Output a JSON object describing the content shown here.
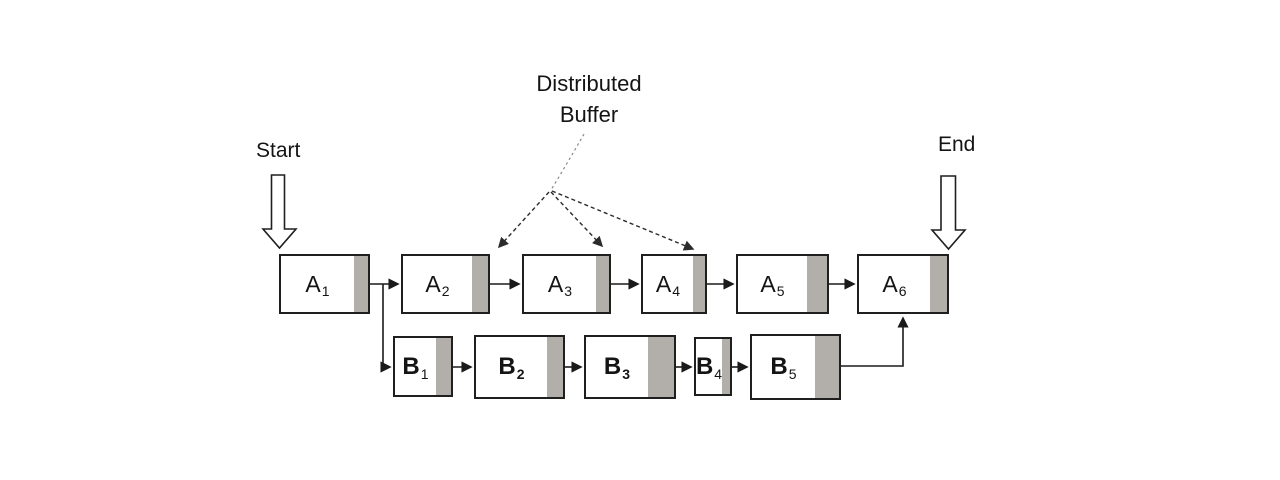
{
  "annotation": {
    "line1": "Distributed",
    "line2": "Buffer"
  },
  "flow": {
    "start_label": "Start",
    "end_label": "End"
  },
  "colors": {
    "background": "#ffffff",
    "box_fill": "#ffffff",
    "box_border": "#1f1f1f",
    "buffer_strip_fill": "#b2aeaa",
    "connector_line": "#1a1a1a",
    "dashed_annotation_line": "#2b2b2b",
    "leader_line": "#8a8a8a"
  },
  "diagram": {
    "type": "process-flow-with-distributed-buffer",
    "description": "Main process line A1–A6 with parallel branch line B1–B5; each box has a gray buffer strip on its right side; dashed arrows point from the 'Distributed Buffer' annotation to the buffer strips of A2, A3 and A4.",
    "a_row": [
      {
        "id": "A1",
        "label": "A",
        "sub": "1"
      },
      {
        "id": "A2",
        "label": "A",
        "sub": "2"
      },
      {
        "id": "A3",
        "label": "A",
        "sub": "3"
      },
      {
        "id": "A4",
        "label": "A",
        "sub": "4"
      },
      {
        "id": "A5",
        "label": "A",
        "sub": "5"
      },
      {
        "id": "A6",
        "label": "A",
        "sub": "6"
      }
    ],
    "b_row": [
      {
        "id": "B1",
        "label": "B",
        "sub": "1"
      },
      {
        "id": "B2",
        "label": "B",
        "sub": "2"
      },
      {
        "id": "B3",
        "label": "B",
        "sub": "3"
      },
      {
        "id": "B4",
        "label": "B",
        "sub": "4"
      },
      {
        "id": "B5",
        "label": "B",
        "sub": "5"
      }
    ],
    "edges": [
      {
        "from": "Start",
        "to": "A1",
        "style": "block-arrow"
      },
      {
        "from": "A1",
        "to": "A2",
        "style": "solid"
      },
      {
        "from": "A2",
        "to": "A3",
        "style": "solid"
      },
      {
        "from": "A3",
        "to": "A4",
        "style": "solid"
      },
      {
        "from": "A4",
        "to": "A5",
        "style": "solid"
      },
      {
        "from": "A5",
        "to": "A6",
        "style": "solid"
      },
      {
        "from": "A1",
        "to": "B1",
        "style": "solid"
      },
      {
        "from": "B1",
        "to": "B2",
        "style": "solid"
      },
      {
        "from": "B2",
        "to": "B3",
        "style": "solid"
      },
      {
        "from": "B3",
        "to": "B4",
        "style": "solid"
      },
      {
        "from": "B4",
        "to": "B5",
        "style": "solid"
      },
      {
        "from": "B5",
        "to": "A6",
        "style": "solid"
      },
      {
        "from": "A6",
        "to": "End",
        "style": "block-arrow"
      },
      {
        "from": "Distributed Buffer",
        "to": "A2 buffer strip",
        "style": "dashed"
      },
      {
        "from": "Distributed Buffer",
        "to": "A3 buffer strip",
        "style": "dashed"
      },
      {
        "from": "Distributed Buffer",
        "to": "A4 buffer strip",
        "style": "dashed"
      }
    ]
  }
}
